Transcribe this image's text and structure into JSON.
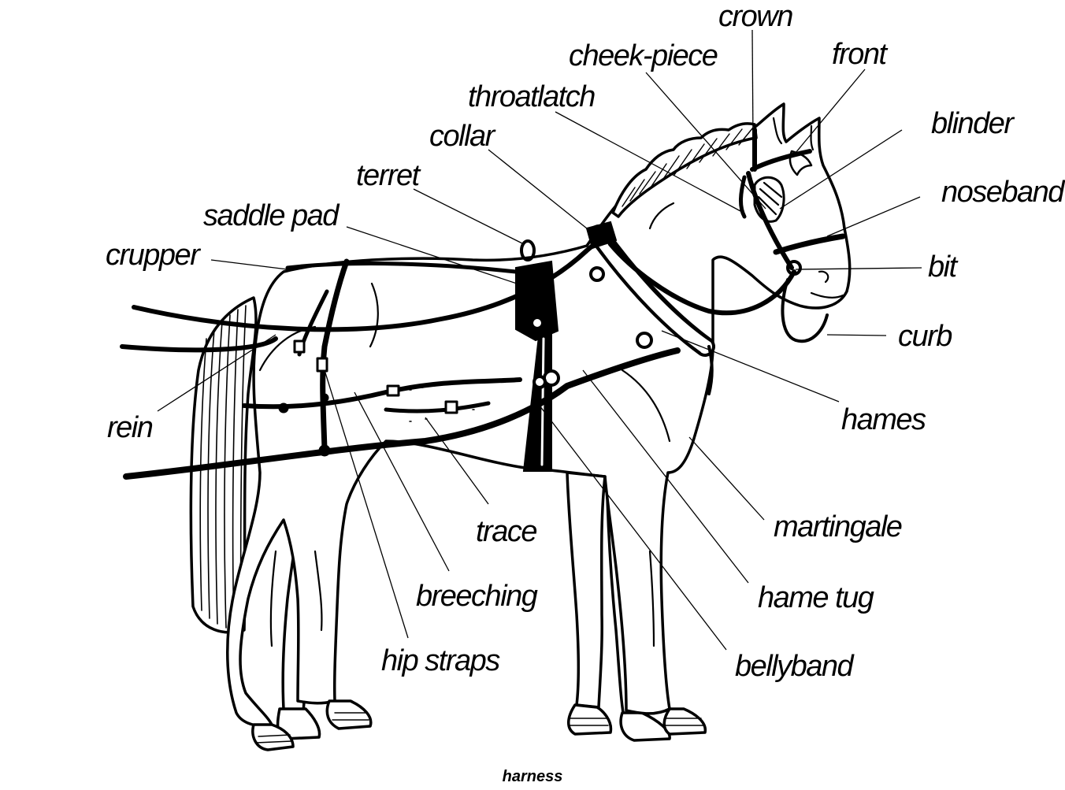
{
  "caption": "harness",
  "labels": {
    "crown": "crown",
    "front": "front",
    "cheek_piece": "cheek-piece",
    "throatlatch": "throatlatch",
    "blinder": "blinder",
    "noseband": "noseband",
    "collar": "collar",
    "terret": "terret",
    "saddle_pad": "saddle pad",
    "bit": "bit",
    "crupper": "crupper",
    "curb": "curb",
    "hames": "hames",
    "rein": "rein",
    "martingale": "martingale",
    "trace": "trace",
    "breeching": "breeching",
    "hame_tug": "hame tug",
    "hip_straps": "hip straps",
    "bellyband": "bellyband"
  }
}
